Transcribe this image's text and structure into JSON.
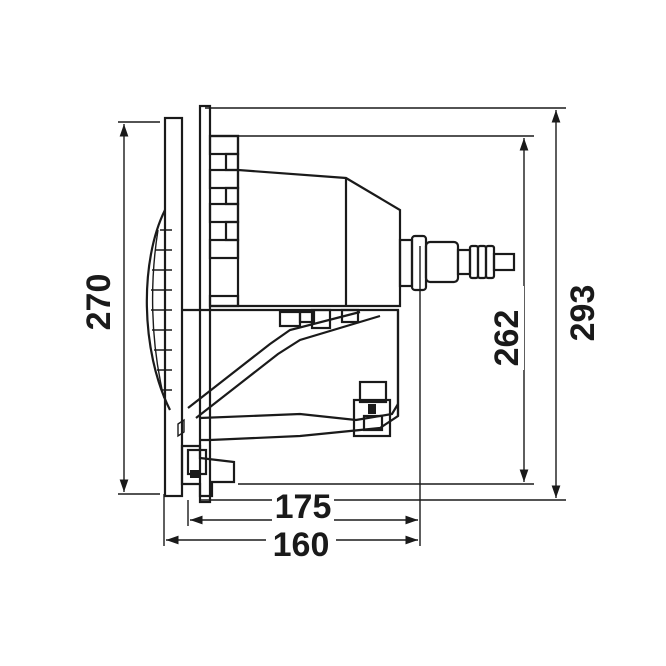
{
  "dimensions": {
    "height_outer": "293",
    "height_flange": "270",
    "height_inner": "262",
    "depth_total": "175",
    "depth_body": "160"
  },
  "colors": {
    "line": "#1a1a1a",
    "background": "#ffffff"
  }
}
